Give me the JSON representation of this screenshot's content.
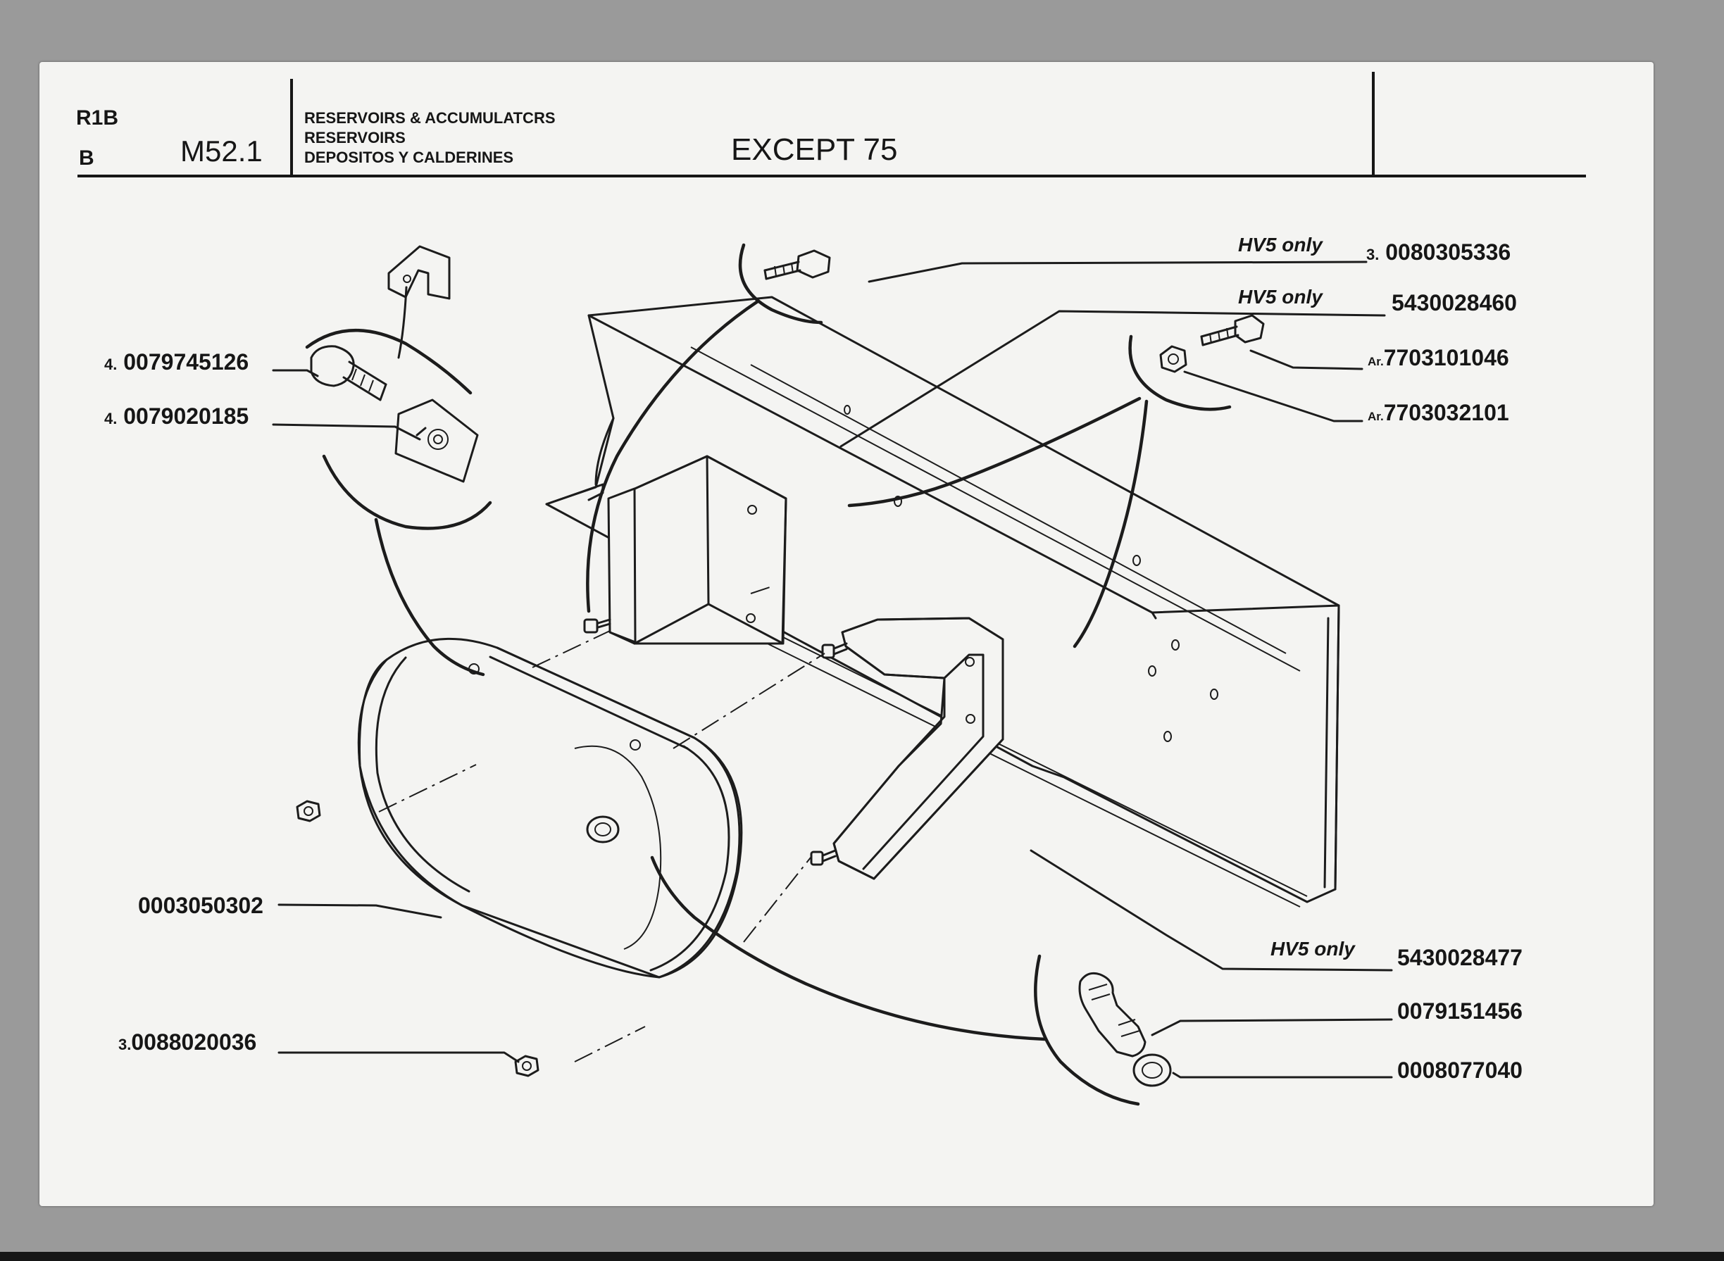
{
  "header": {
    "code_top": "R1B",
    "code_bottom": "B",
    "ref": "M52.1",
    "titles": [
      "RESERVOIRS & ACCUMULATCRS",
      "RESERVOIRS",
      "DEPOSITOS Y CALDERINES"
    ],
    "subtitle": "EXCEPT 75"
  },
  "callouts": {
    "left": [
      {
        "prefix": "4.",
        "part": "0079745126"
      },
      {
        "prefix": "4.",
        "part": "0079020185"
      },
      {
        "prefix": "",
        "part": "0003050302"
      },
      {
        "prefix": "3.",
        "part": "0088020036"
      }
    ],
    "right": [
      {
        "note": "HV5 only",
        "prefix": "3.",
        "part": "0080305336"
      },
      {
        "note": "HV5 only",
        "prefix": "",
        "part": "5430028460"
      },
      {
        "note": "",
        "prefix": "Ar.",
        "part": "7703101046"
      },
      {
        "note": "",
        "prefix": "Ar.",
        "part": "7703032101"
      },
      {
        "note": "HV5 only",
        "prefix": "",
        "part": "5430028477"
      },
      {
        "note": "",
        "prefix": "",
        "part": "0079151456"
      },
      {
        "note": "",
        "prefix": "",
        "part": "0008077040"
      }
    ]
  },
  "icons": {
    "reservoir": "air-reservoir-tank-icon",
    "bracket_upper": "angle-bracket-icon",
    "bracket_lower": "strap-bracket-icon",
    "chassis": "chassis-rail-icon",
    "bolt": "bolt-icon",
    "nut": "nut-icon",
    "clip": "clip-nut-icon",
    "drain": "drain-valve-icon",
    "washer": "washer-icon"
  }
}
